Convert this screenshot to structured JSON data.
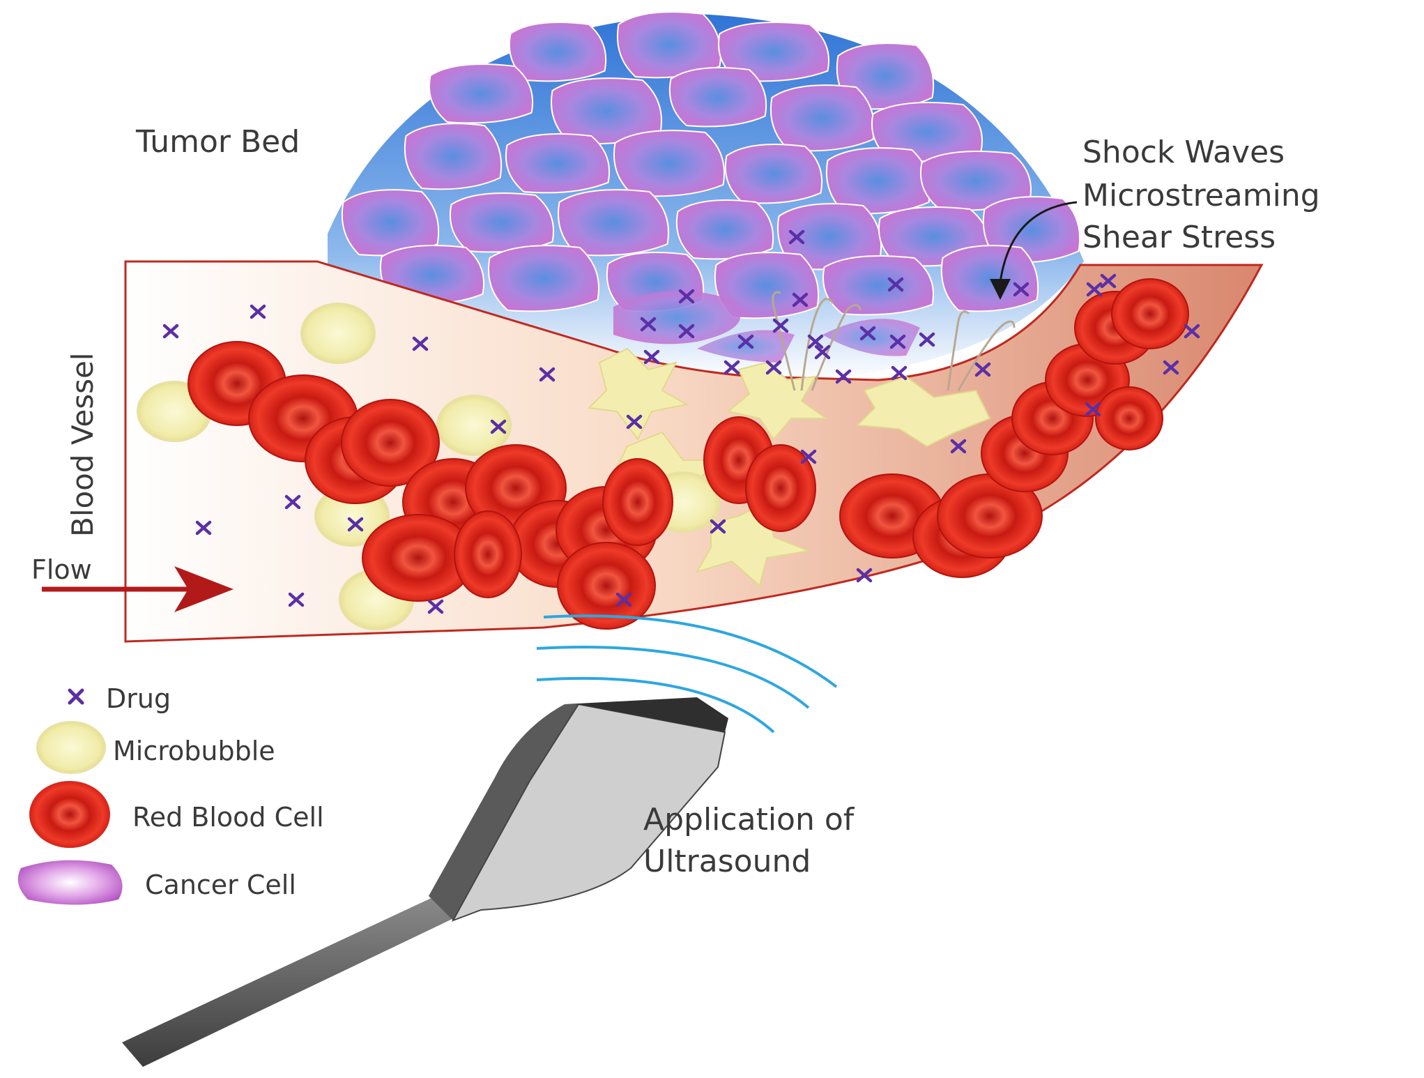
{
  "labels": {
    "tumor_bed": "Tumor Bed",
    "shock_waves": "Shock Waves",
    "microstreaming": "Microstreaming",
    "shear_stress": "Shear Stress",
    "blood_vessel": "Blood Vessel",
    "flow": "Flow",
    "application_line1": "Application of",
    "application_line2": "Ultrasound"
  },
  "legend": {
    "drug": "Drug",
    "microbubble": "Microbubble",
    "red_blood_cell": "Red Blood Cell",
    "cancer_cell": "Cancer Cell"
  },
  "colors": {
    "drug": "#5b2fa6",
    "rbc": "#e0231c",
    "rbc_center": "#a80f0c",
    "microbubble": "#f4f0b4",
    "cancer_cell": "#c86fd0",
    "tumor_bed": "#4f8fdc",
    "vessel_outline": "#c0281f",
    "flow_arrow": "#b21a1a",
    "ultrasound_wave": "#2ea7e0",
    "probe_dark": "#4a4a4a",
    "probe_light": "#c9c9c9"
  }
}
